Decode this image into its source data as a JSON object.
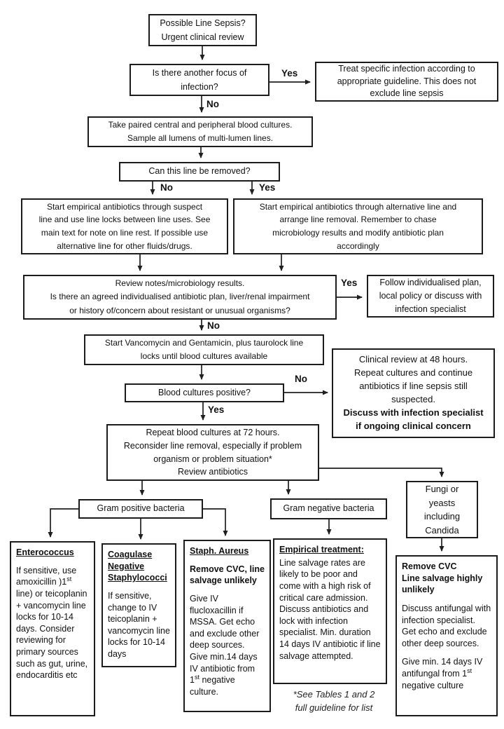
{
  "colors": {
    "background": "#ffffff",
    "box_border": "#1c1c1c",
    "text": "#111111",
    "connector": "#1f1f1f"
  },
  "labels": {
    "yes": "Yes",
    "no": "No"
  },
  "nodes": {
    "start": {
      "lines": [
        "Possible Line Sepsis?",
        "Urgent clinical review"
      ]
    },
    "focus": {
      "lines": [
        "Is there another focus of",
        "infection?"
      ]
    },
    "treat": {
      "lines": [
        "Treat specific infection according to",
        "appropriate guideline. This does not",
        "exclude line sepsis"
      ]
    },
    "cultures": {
      "lines": [
        "Take paired central and peripheral blood cultures.",
        "Sample all lumens of multi-lumen lines."
      ]
    },
    "removable": {
      "lines": [
        "Can this line be removed?"
      ]
    },
    "suspect_line": {
      "lines": [
        "Start empirical antibiotics through suspect",
        "line and use line locks between line uses. See",
        "main text for note on line rest.  If possible use",
        "alternative line for other fluids/drugs."
      ]
    },
    "alternative_line": {
      "lines": [
        "Start empirical antibiotics through alternative line and",
        "arrange line removal. Remember to chase",
        "microbiology results and modify antibiotic plan",
        "accordingly"
      ]
    },
    "review_notes": {
      "lines": [
        "Review notes/microbiology results.",
        "Is there an agreed individualised antibiotic plan, liver/renal impairment",
        "or history of/concern about resistant or unusual organisms?"
      ]
    },
    "follow_plan": {
      "lines": [
        "Follow individualised plan,",
        "local policy or discuss with",
        "infection specialist"
      ]
    },
    "vanc_gent": {
      "lines": [
        "Start Vancomycin and Gentamicin, plus taurolock line",
        "locks until blood cultures available"
      ]
    },
    "blood_cultures_positive": {
      "lines": [
        "Blood cultures positive?"
      ]
    },
    "review_48": {
      "normal_lines": [
        "Clinical review at 48 hours.",
        "Repeat cultures and continue",
        "antibiotics if line sepsis still",
        "suspected."
      ],
      "bold_lines": [
        "Discuss with infection specialist",
        "if ongoing clinical concern"
      ]
    },
    "repeat_72": {
      "lines": [
        "Repeat blood cultures at 72 hours.",
        "Reconsider line removal, especially if problem",
        "organism or problem situation*",
        "Review antibiotics"
      ]
    },
    "gram_positive": {
      "label": "Gram positive bacteria"
    },
    "gram_negative": {
      "label": "Gram negative bacteria"
    },
    "fungi": {
      "lines": [
        "Fungi or",
        "yeasts",
        "including",
        "Candida"
      ]
    },
    "enterococcus": {
      "title": "Enterococcus",
      "body_pre": "If sensitive, use amoxicillin )1",
      "sup": "st",
      "body_post": " line) or teicoplanin + vancomycin line locks for 10-14 days. Consider reviewing for primary sources such as gut, urine, endocarditis etc"
    },
    "cons": {
      "title": "Coagulase Negative Staphylococci",
      "body": "If sensitive, change to IV teicoplanin + vancomycin line locks for 10-14 days"
    },
    "staph_aureus": {
      "title": "Staph. Aureus",
      "subtitle": "Remove CVC, line salvage unlikely",
      "body_pre": "Give IV flucloxacillin if MSSA. Get echo and exclude other deep sources. Give min.14 days IV antibiotic from 1",
      "sup": "st",
      "body_post": " negative culture."
    },
    "gram_neg_treatment": {
      "title": "Empirical treatment:",
      "body": "Line salvage rates are likely to be poor and come with a high risk of critical care admission. Discuss antibiotics and lock with infection specialist. Min. duration 14 days IV antibiotic if line salvage attempted."
    },
    "fungal_treatment": {
      "title_lines": [
        "Remove CVC",
        "Line salvage highly unlikely"
      ],
      "body1": "Discuss antifungal with infection specialist. Get echo and exclude other deep sources.",
      "body2_pre": "Give min. 14 days IV antifungal from 1",
      "sup": "st",
      "body2_post": " negative culture"
    },
    "footnote": {
      "lines": [
        "*See Tables 1 and 2",
        "full guideline for list"
      ]
    }
  }
}
